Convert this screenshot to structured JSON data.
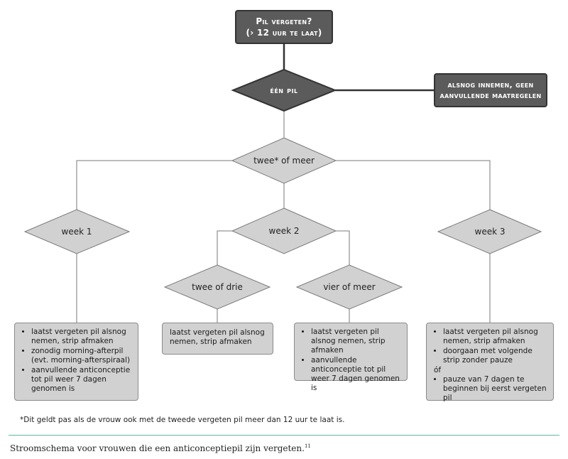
{
  "top": {
    "line1": "Pil vergeten?",
    "line2": "(› 12 uur te laat)"
  },
  "een_pil": "één pil",
  "alsnog": {
    "line1": "alsnog innemen, geen",
    "line2": "aanvullende maatregelen"
  },
  "twee_of_meer": "twee* of meer",
  "week1": "week 1",
  "week2": "week 2",
  "week3": "week 3",
  "twee_of_drie": "twee of drie",
  "vier_of_meer": "vier of meer",
  "box_week1": [
    "laatst vergeten pil alsnog nemen, strip afmaken",
    "zonodig morning-afterpil (evt. morning-afterspiraal)",
    "aanvullende anticonceptie tot pil weer 7 dagen genomen is"
  ],
  "box_twee_drie": "laatst vergeten pil alsnog nemen, strip afmaken",
  "box_vier_meer": [
    "laatst vergeten pil alsnog nemen, strip afmaken",
    "aanvullende anticonceptie tot pil weer 7 dagen genomen is"
  ],
  "box_week3": {
    "item1": "laatst vergeten pil alsnog nemen, strip afmaken",
    "item2": "doorgaan met volgende strip zonder pauze",
    "of": "óf",
    "item3": "pauze van 7 dagen te beginnen bij eerst vergeten pil"
  },
  "footnote": "*Dit geldt pas als de vrouw ook met de tweede vergeten pil meer dan 12 uur te laat is.",
  "caption": "Stroomschema voor vrouwen die een anticonceptiepil zijn vergeten.",
  "caption_ref": "11"
}
